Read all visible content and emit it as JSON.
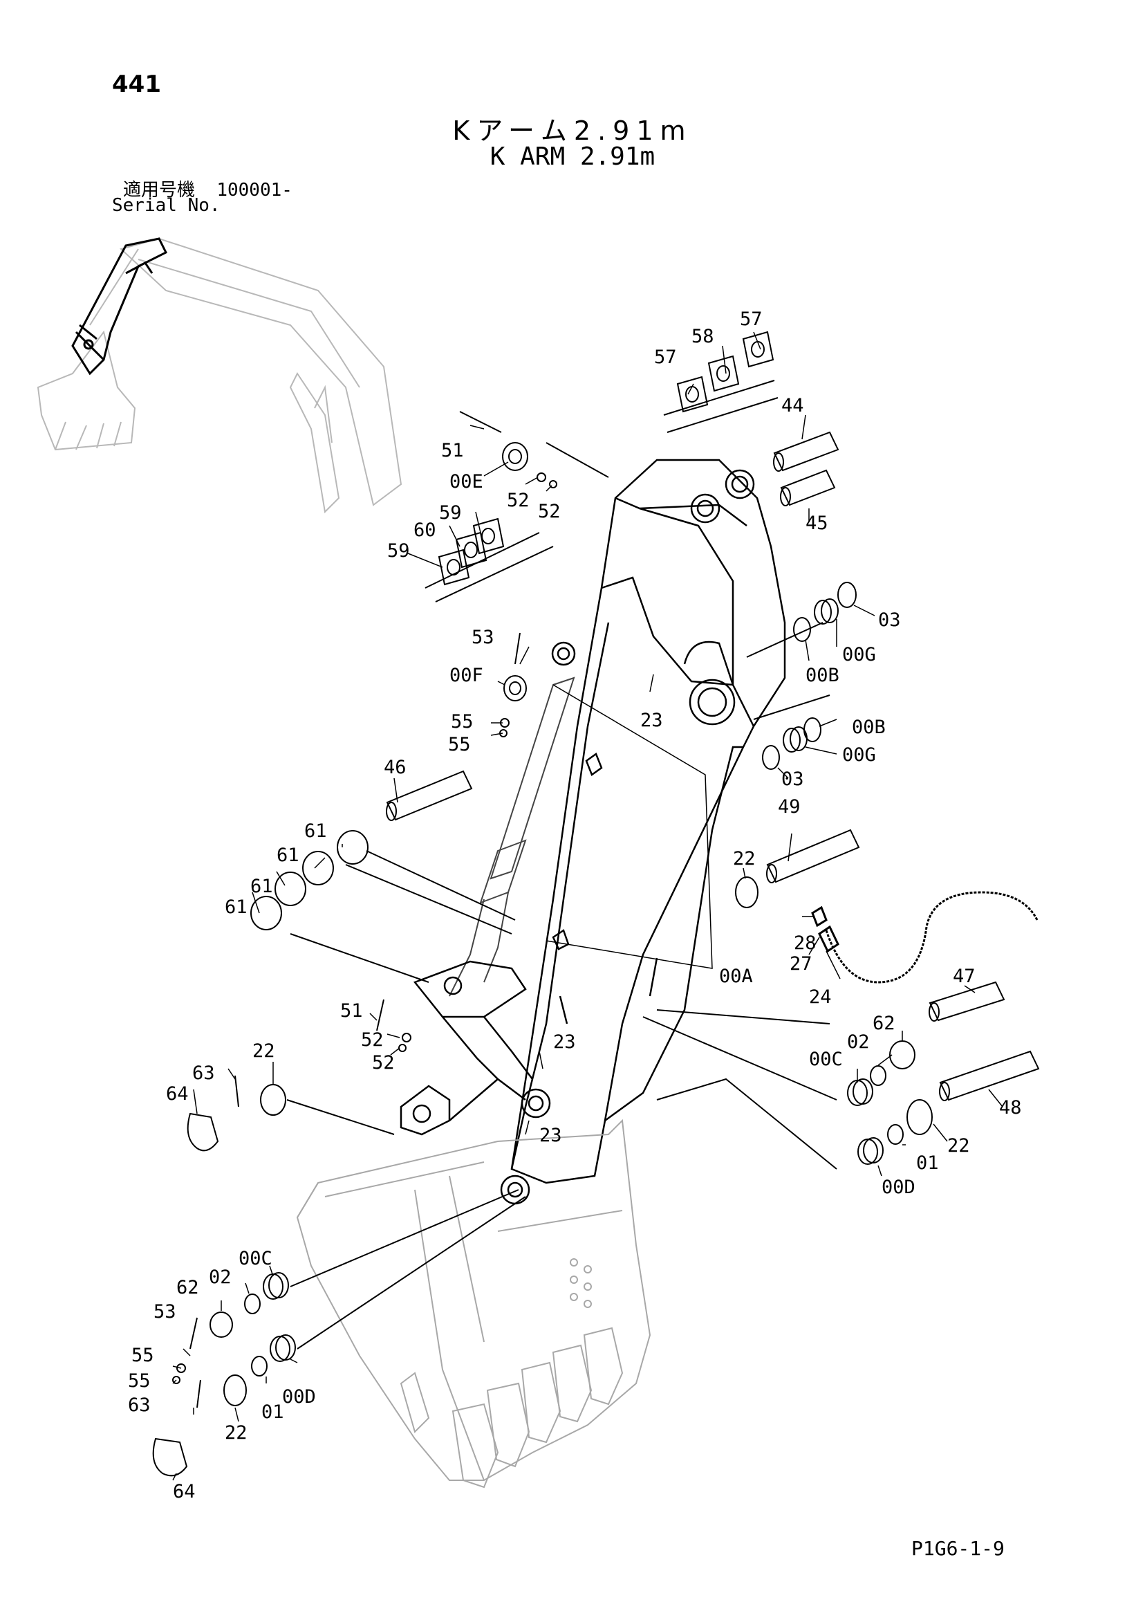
{
  "header": {
    "page_number": "441",
    "title_jp": "Kアーム2.91m",
    "title_en": "K ARM 2.91m",
    "serial_label_jp": "適用号機",
    "serial_value": "100001-",
    "serial_label_en": "Serial No."
  },
  "footer": {
    "code": "P1G6-1-9"
  },
  "part_labels": [
    {
      "id": "57a",
      "text": "57"
    },
    {
      "id": "57b",
      "text": "57"
    },
    {
      "id": "58",
      "text": "58"
    },
    {
      "id": "44",
      "text": "44"
    },
    {
      "id": "45",
      "text": "45"
    },
    {
      "id": "51a",
      "text": "51"
    },
    {
      "id": "00E",
      "text": "00E"
    },
    {
      "id": "52a",
      "text": "52"
    },
    {
      "id": "52b",
      "text": "52"
    },
    {
      "id": "59a",
      "text": "59"
    },
    {
      "id": "60",
      "text": "60"
    },
    {
      "id": "59b",
      "text": "59"
    },
    {
      "id": "03a",
      "text": "03"
    },
    {
      "id": "00G-a",
      "text": "00G"
    },
    {
      "id": "00B-a",
      "text": "00B"
    },
    {
      "id": "53a",
      "text": "53"
    },
    {
      "id": "00F",
      "text": "00F"
    },
    {
      "id": "23a",
      "text": "23"
    },
    {
      "id": "55a",
      "text": "55"
    },
    {
      "id": "55b",
      "text": "55"
    },
    {
      "id": "00B-b",
      "text": "00B"
    },
    {
      "id": "00G-b",
      "text": "00G"
    },
    {
      "id": "03b",
      "text": "03"
    },
    {
      "id": "46",
      "text": "46"
    },
    {
      "id": "49",
      "text": "49"
    },
    {
      "id": "61a",
      "text": "61"
    },
    {
      "id": "61b",
      "text": "61"
    },
    {
      "id": "61c",
      "text": "61"
    },
    {
      "id": "61d",
      "text": "61"
    },
    {
      "id": "22a",
      "text": "22"
    },
    {
      "id": "28",
      "text": "28"
    },
    {
      "id": "27",
      "text": "27"
    },
    {
      "id": "00A",
      "text": "00A"
    },
    {
      "id": "24",
      "text": "24"
    },
    {
      "id": "47",
      "text": "47"
    },
    {
      "id": "51b",
      "text": "51"
    },
    {
      "id": "52c",
      "text": "52"
    },
    {
      "id": "52d",
      "text": "52"
    },
    {
      "id": "23b",
      "text": "23"
    },
    {
      "id": "62a",
      "text": "62"
    },
    {
      "id": "02a",
      "text": "02"
    },
    {
      "id": "00C-a",
      "text": "00C"
    },
    {
      "id": "22b",
      "text": "22"
    },
    {
      "id": "63a",
      "text": "63"
    },
    {
      "id": "64a",
      "text": "64"
    },
    {
      "id": "48",
      "text": "48"
    },
    {
      "id": "23c",
      "text": "23"
    },
    {
      "id": "22c",
      "text": "22"
    },
    {
      "id": "01a",
      "text": "01"
    },
    {
      "id": "00D-a",
      "text": "00D"
    },
    {
      "id": "00C-b",
      "text": "00C"
    },
    {
      "id": "02b",
      "text": "02"
    },
    {
      "id": "62b",
      "text": "62"
    },
    {
      "id": "53b",
      "text": "53"
    },
    {
      "id": "55c",
      "text": "55"
    },
    {
      "id": "55d",
      "text": "55"
    },
    {
      "id": "63b",
      "text": "63"
    },
    {
      "id": "00D-b",
      "text": "00D"
    },
    {
      "id": "01b",
      "text": "01"
    },
    {
      "id": "22d",
      "text": "22"
    },
    {
      "id": "64b",
      "text": "64"
    }
  ]
}
